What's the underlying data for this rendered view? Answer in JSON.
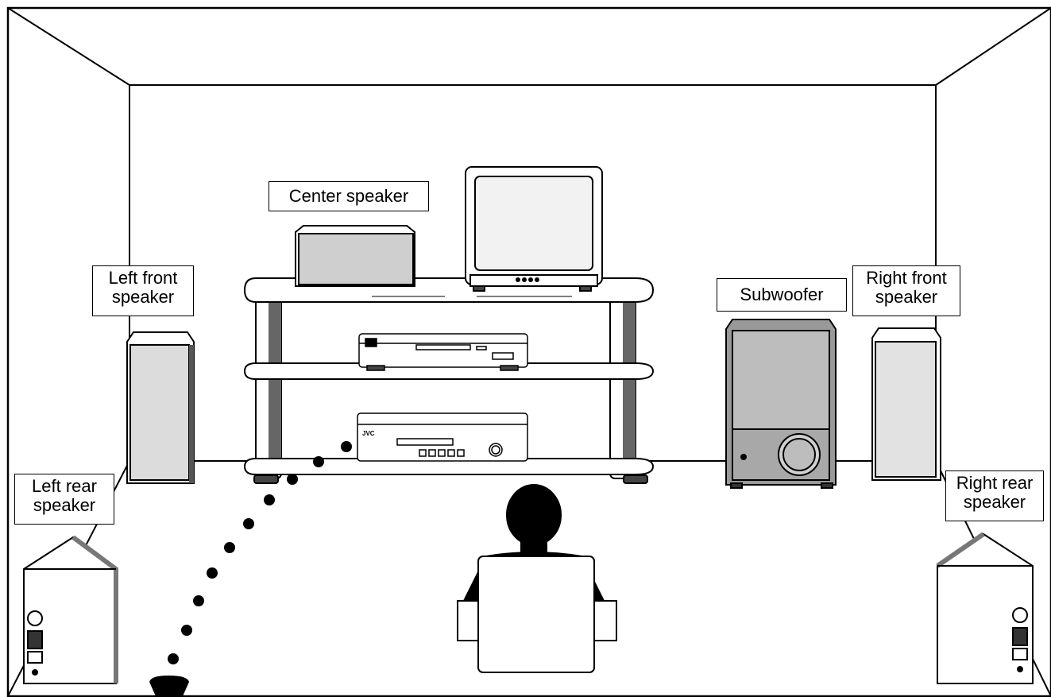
{
  "labels": {
    "center": "Center speaker",
    "left_front": [
      "Left front",
      "speaker"
    ],
    "subwoofer": "Subwoofer",
    "right_front": [
      "Right front",
      "speaker"
    ],
    "left_rear": [
      "Left rear",
      "speaker"
    ],
    "right_rear": [
      "Right rear",
      "speaker"
    ]
  },
  "device_marks": {
    "brand": "JVC"
  }
}
